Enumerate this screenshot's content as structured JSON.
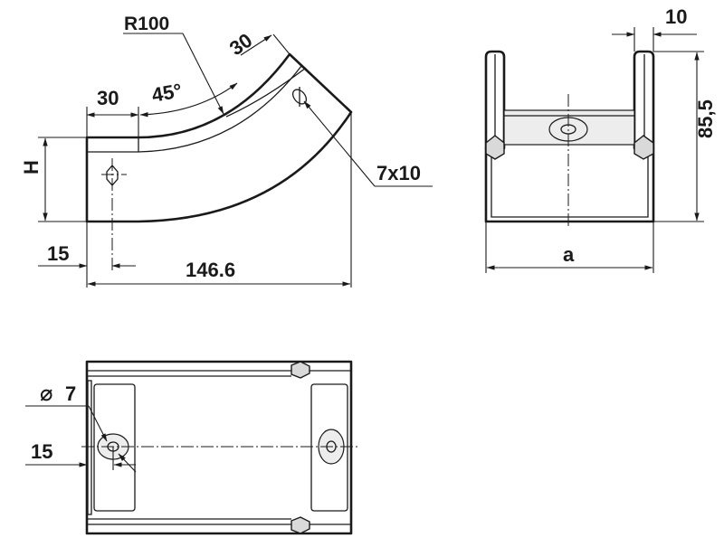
{
  "side_view": {
    "radius_label": "R100",
    "angle_label": "45°",
    "straight_left_label": "30",
    "straight_right_label": "30",
    "height_label": "H",
    "hole_offset_label": "15",
    "overall_length_label": "146.6",
    "slot_label": "7x10"
  },
  "end_view": {
    "wall_thickness_label": "10",
    "height_label": "85,5",
    "width_label": "a"
  },
  "top_view": {
    "hole_diameter_label": "7",
    "diameter_symbol": "⌀",
    "hole_offset_label": "15"
  }
}
